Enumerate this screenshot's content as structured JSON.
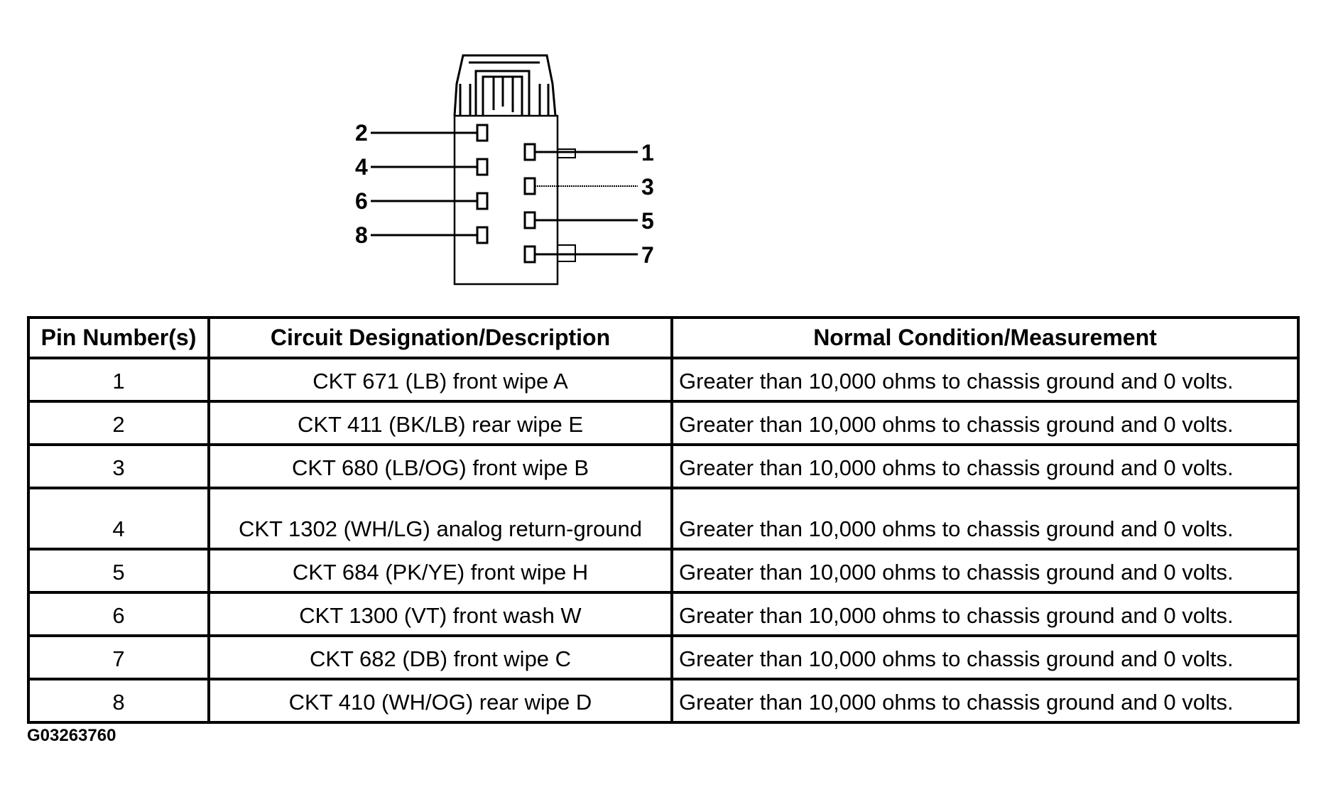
{
  "connector": {
    "pins_left": [
      "2",
      "4",
      "6",
      "8"
    ],
    "pins_right": [
      "1",
      "3",
      "5",
      "7"
    ]
  },
  "table": {
    "headers": [
      "Pin Number(s)",
      "Circuit Designation/Description",
      "Normal Condition/Measurement"
    ],
    "rows": [
      {
        "pin": "1",
        "circuit": "CKT 671 (LB) front wipe A",
        "measurement": "Greater than 10,000 ohms to chassis ground and 0 volts."
      },
      {
        "pin": "2",
        "circuit": "CKT 411 (BK/LB) rear wipe E",
        "measurement": "Greater than 10,000 ohms to chassis ground and 0 volts."
      },
      {
        "pin": "3",
        "circuit": "CKT 680 (LB/OG) front wipe B",
        "measurement": "Greater than 10,000 ohms to chassis ground and 0 volts."
      },
      {
        "pin": "4",
        "circuit": "CKT 1302 (WH/LG) analog return-ground",
        "measurement": "Greater than 10,000 ohms to chassis ground and 0 volts."
      },
      {
        "pin": "5",
        "circuit": "CKT 684 (PK/YE) front wipe H",
        "measurement": "Greater than 10,000 ohms to chassis ground and 0 volts."
      },
      {
        "pin": "6",
        "circuit": "CKT 1300 (VT) front wash W",
        "measurement": "Greater than 10,000 ohms to chassis ground and 0 volts."
      },
      {
        "pin": "7",
        "circuit": "CKT 682 (DB) front wipe C",
        "measurement": "Greater than 10,000 ohms to chassis ground and 0 volts."
      },
      {
        "pin": "8",
        "circuit": "CKT 410 (WH/OG) rear wipe D",
        "measurement": "Greater than 10,000 ohms to chassis ground and 0 volts."
      }
    ]
  },
  "figure_id": "G03263760"
}
